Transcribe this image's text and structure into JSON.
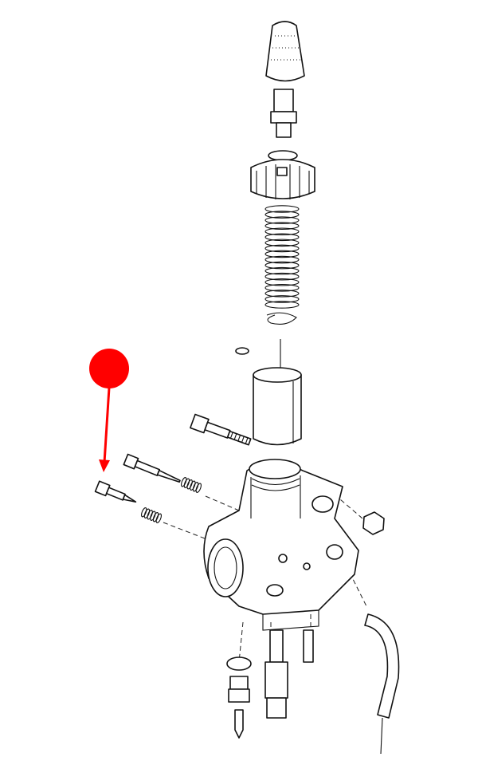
{
  "diagram": {
    "type": "exploded-parts-drawing",
    "subject": "carburetor",
    "line_color": "#111111",
    "background": "#ffffff"
  },
  "annotation": {
    "marker_shape": "circle-with-arrow",
    "marker_color": "#ff0000",
    "points_to": "pilot-screw"
  }
}
